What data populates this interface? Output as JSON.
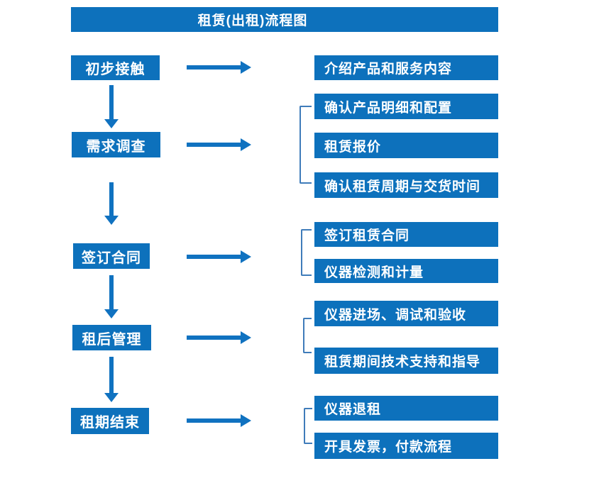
{
  "title": "租赁(出租)流程图",
  "colors": {
    "box_blue": "#0d71bc",
    "arrow_blue": "#1072c0",
    "bracket_blue": "#3f7cba",
    "text_white": "#ffffff",
    "background": "#ffffff"
  },
  "steps": [
    {
      "label": "初步接触"
    },
    {
      "label": "需求调查"
    },
    {
      "label": "签订合同"
    },
    {
      "label": "租后管理"
    },
    {
      "label": "租期结束"
    }
  ],
  "details": [
    {
      "label": "介绍产品和服务内容"
    },
    {
      "label": "确认产品明细和配置"
    },
    {
      "label": "租赁报价"
    },
    {
      "label": "确认租赁周期与交货时间"
    },
    {
      "label": "签订租赁合同"
    },
    {
      "label": "仪器检测和计量"
    },
    {
      "label": "仪器进场、调试和验收"
    },
    {
      "label": "租赁期间技术支持和指导"
    },
    {
      "label": "仪器退租"
    },
    {
      "label": "开具发票，付款流程"
    }
  ]
}
